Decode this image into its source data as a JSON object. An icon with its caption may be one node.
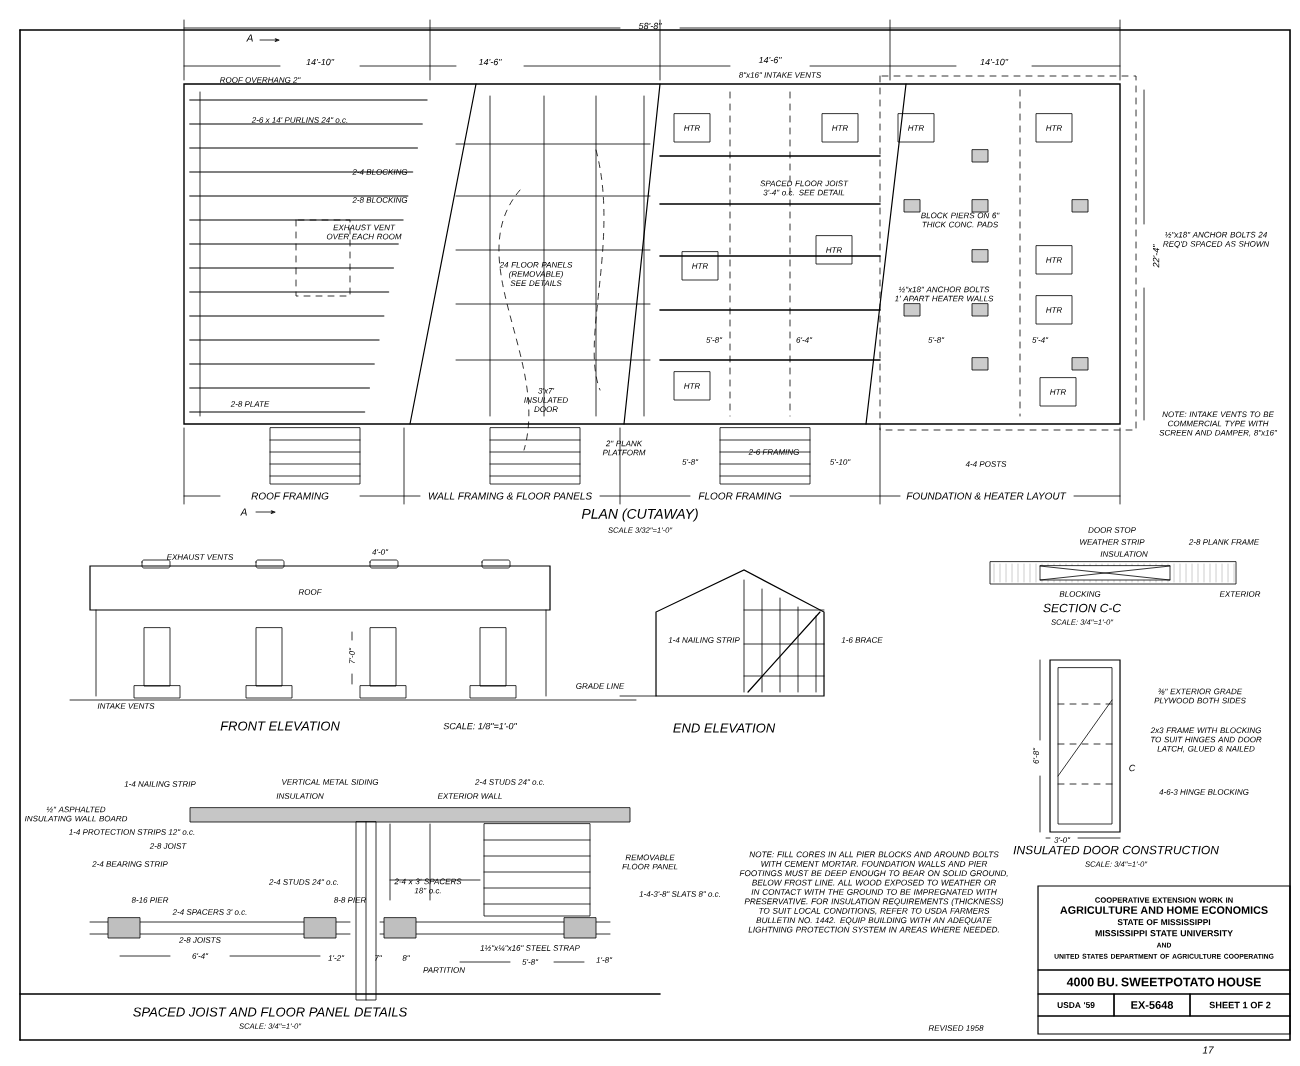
{
  "diagram": {
    "nodes": [
      {
        "text": [
          "COOPERATIVE EXTENSION WORK IN",
          "AGRICULTURE AND HOME ECONOMICS",
          "STATE OF MISSISSIPPI",
          "MISSISSIPPI STATE UNIVERSITY",
          "AND",
          "UNITED STATES DEPARTMENT OF AGRICULTURE COOPERATING"
        ]
      },
      {
        "text": [
          "4000 BU. SWEETPOTATO HOUSE"
        ]
      },
      {
        "text": [
          "USDA '59"
        ]
      },
      {
        "text": [
          "EX-5648"
        ]
      },
      {
        "text": [
          "SHEET 1 OF 2"
        ]
      }
    ],
    "labels": [
      "A",
      "58'-8\"",
      "14'-10\"",
      "14'-6\"",
      "14'-6\"",
      "14'-10\"",
      "8\"x16\" INTAKE VENTS",
      "ROOF OVERHANG 2\"",
      "2-6 x 14' PURLINS 24\" o.c.",
      "2-4 BLOCKING",
      "2-8 BLOCKING",
      "EXHAUST VENT OVER EACH ROOM",
      "HTR",
      "HTR",
      "HTR",
      "HTR",
      "SPACED FLOOR JOIST 3'-4\" o.c. SEE DETAIL",
      "BLOCK PIERS ON 6\" THICK CONC. PADS",
      "½\"x18\" ANCHOR BOLTS 24 REQ'D SPACED AS SHOWN",
      "24 FLOOR PANELS (REMOVABLE) SEE DETAILS",
      "HTR",
      "HTR",
      "HTR",
      "½\"x18\" ANCHOR BOLTS 1' APART HEATER WALLS",
      "22'-4\"",
      "HTR",
      "5'-8\"",
      "6'-4\"",
      "5'-8\"",
      "5'-4\"",
      "2-8 PLATE",
      "3'x7' INSULATED DOOR",
      "HTR",
      "HTR",
      "NOTE: INTAKE VENTS TO BE COMMERCIAL TYPE WITH SCREEN AND DAMPER, 8\"x16\"",
      "2\" PLANK PLATFORM",
      "2-6 FRAMING",
      "5'-8\"",
      "5'-10\"",
      "4-4 POSTS",
      "ROOF FRAMING",
      "WALL FRAMING & FLOOR PANELS",
      "FLOOR FRAMING",
      "FOUNDATION & HEATER LAYOUT",
      "A",
      "PLAN (CUTAWAY)",
      "SCALE 3/32\"=1'-0\"",
      "DOOR STOP",
      "WEATHER STRIP",
      "2-8 PLANK FRAME",
      "INSULATION",
      "EXHAUST VENTS",
      "4'-0\"",
      "ROOF",
      "BLOCKING",
      "EXTERIOR",
      "SECTION C-C",
      "SCALE: 3/4\"=1'-0\"",
      "1-4 NAILING STRIP",
      "1-6 BRACE",
      "7'-0\"",
      "6'-8\"",
      "⅜\" EXTERIOR GRADE PLYWOOD BOTH SIDES",
      "GRADE LINE",
      "INTAKE VENTS",
      "FRONT ELEVATION",
      "SCALE: 1/8\"=1'-0\"",
      "END ELEVATION",
      "2x3 FRAME WITH BLOCKING TO SUIT HINGES AND DOOR LATCH, GLUED & NAILED",
      "C",
      "1-4 NAILING STRIP",
      "VERTICAL METAL SIDING",
      "2-4 STUDS 24\" o.c.",
      "INSULATION",
      "EXTERIOR WALL",
      "4-6-3 HINGE BLOCKING",
      "½\" ASPHALTED INSULATING WALL BOARD",
      "NOTE: FILL CORES IN ALL PIER BLOCKS AND AROUND BOLTS WITH CEMENT MORTAR. FOUNDATION WALLS AND PIER FOOTINGS MUST BE DEEP ENOUGH TO BEAR ON SOLID GROUND, BELOW FROST LINE. ALL WOOD EXPOSED TO WEATHER OR IN CONTACT WITH THE GROUND TO BE IMPREGNATED WITH PRESERVATIVE. FOR INSULATION REQUIREMENTS (THICKNESS) TO SUIT LOCAL CONDITIONS, REFER TO USDA FARMERS BULLETIN NO. 1442. EQUIP BUILDING WITH AN ADEQUATE LIGHTNING PROTECTION SYSTEM IN AREAS WHERE NEEDED.",
      "1-4 PROTECTION STRIPS 12\" o.c.",
      "3'-0\"",
      "INSULATED DOOR CONSTRUCTION",
      "2-8 JOIST",
      "SCALE: 3/4\"=1'-0\"",
      "REMOVABLE FLOOR PANEL",
      "2-4 BEARING STRIP",
      "2-4 STUDS 24\" o.c.",
      "2-4 x 3' SPACERS 18\" o.c.",
      "1-4-3'-8\" SLATS 8\" o.c.",
      "8-16 PIER",
      "8-8 PIER",
      "2-4 SPACERS 3' o.c.",
      "2-8 JOISTS",
      "1½\"x¼\"x16\" STEEL STRAP",
      "6'-4\"",
      "1'-2\"",
      "7\"",
      "8\"",
      "5'-8\"",
      "1'-8\"",
      "PARTITION",
      "SPACED JOIST AND FLOOR PANEL DETAILS",
      "SCALE: 3/4\"=1'-0\"",
      "REVISED 1958",
      "17"
    ]
  }
}
